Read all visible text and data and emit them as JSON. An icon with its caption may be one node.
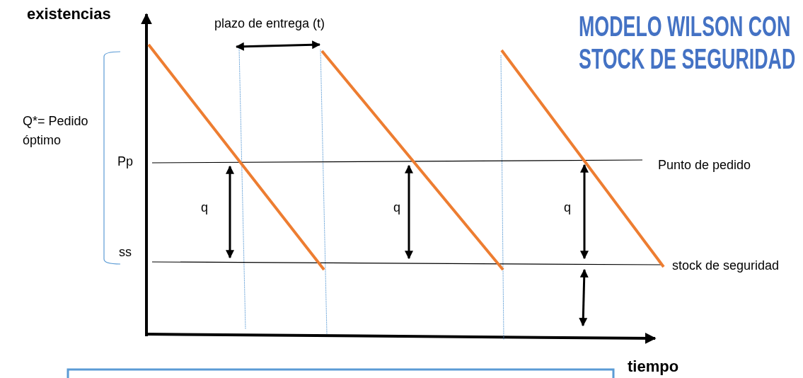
{
  "diagram": {
    "title": "MODELO WILSON CON STOCK DE SEGURIDAD",
    "labels": [
      "existencias",
      "plazo de entrega (t)",
      "Q*= Pedido óptimo",
      "Pp",
      "Punto de pedido",
      "q",
      "q",
      "q",
      "ss",
      "stock de seguridad",
      "tiempo"
    ]
  }
}
